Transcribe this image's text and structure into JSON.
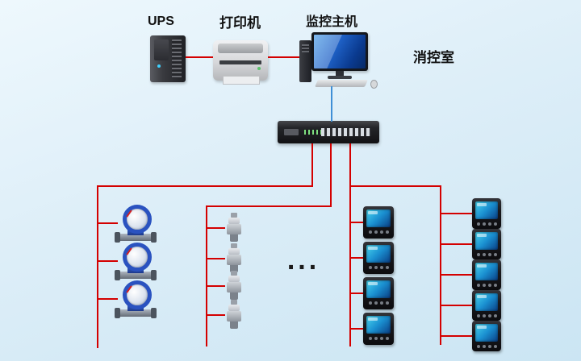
{
  "labels": {
    "ups": "UPS",
    "printer": "打印机",
    "host": "监控主机",
    "room": "消控室",
    "ellipsis": "..."
  },
  "colors": {
    "connection_red": "#d40000",
    "connection_blue": "#3f8fd6",
    "background_top": "#eef8fd",
    "background_bottom": "#cbe5f3"
  },
  "topology": {
    "nodes": [
      {
        "id": "ups",
        "label": "UPS",
        "type": "ups-tower"
      },
      {
        "id": "printer",
        "label": "打印机",
        "type": "laser-printer"
      },
      {
        "id": "host",
        "label": "监控主机",
        "type": "monitoring-computer"
      },
      {
        "id": "room",
        "label": "消控室",
        "type": "room-caption"
      },
      {
        "id": "collector",
        "type": "data-collector-switch"
      },
      {
        "id": "water-meter-branch",
        "type": "water-meter",
        "count": 3
      },
      {
        "id": "valve-branch",
        "type": "valve-sensor",
        "count": 4
      },
      {
        "id": "ellipsis",
        "label": "...",
        "type": "continuation-mark"
      },
      {
        "id": "meter-column-1",
        "type": "digital-panel-meter",
        "count": 4
      },
      {
        "id": "meter-column-2",
        "type": "digital-panel-meter",
        "count": 5
      }
    ],
    "edges": [
      {
        "from": "ups",
        "to": "printer",
        "color": "red"
      },
      {
        "from": "printer",
        "to": "host",
        "color": "red"
      },
      {
        "from": "host",
        "to": "collector",
        "color": "blue"
      },
      {
        "from": "collector",
        "to": "water-meter-branch",
        "color": "red"
      },
      {
        "from": "collector",
        "to": "valve-branch",
        "color": "red"
      },
      {
        "from": "collector",
        "to": "meter-column-1",
        "color": "red"
      },
      {
        "from": "collector",
        "to": "meter-column-2",
        "color": "red"
      }
    ]
  }
}
